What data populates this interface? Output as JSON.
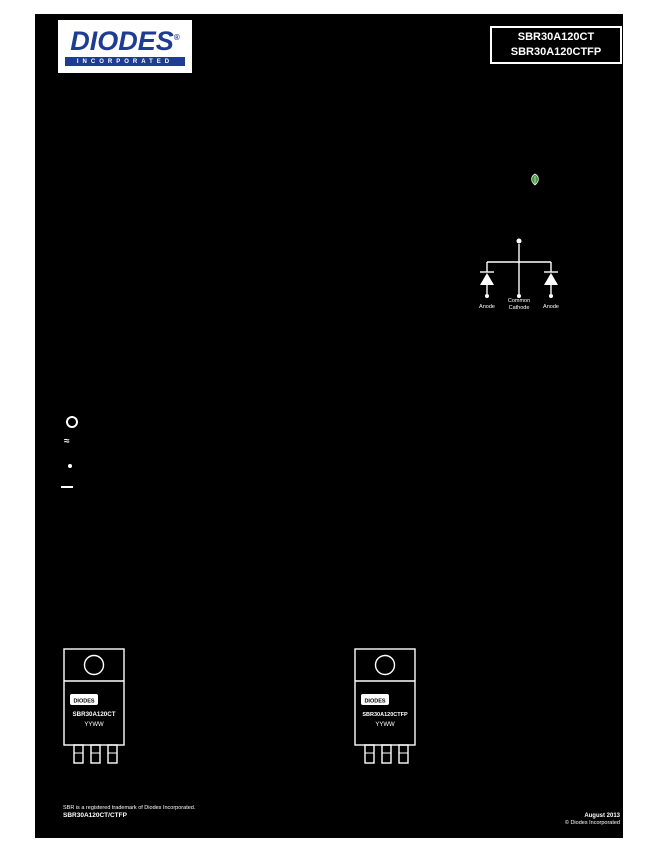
{
  "colors": {
    "sheet_bg": "#000000",
    "page_bg": "#ffffff",
    "brand_blue": "#1d3c92",
    "text_white": "#ffffff",
    "leaf_green": "#3f9c35"
  },
  "brand": {
    "name": "DIODES",
    "registered": "®",
    "subtitle": "INCORPORATED"
  },
  "header_box": {
    "line1": "SBR30A120CT",
    "line2": "SBR30A120CTFP"
  },
  "icons": {
    "leaf": "green-leaf-badge",
    "feature_bullets": [
      "ring",
      "squiggle",
      "dot",
      "dash"
    ]
  },
  "schematic": {
    "label_left": "Anode",
    "label_center_line1": "Common",
    "label_center_line2": "Cathode",
    "label_right": "Anode"
  },
  "marking": {
    "packages": [
      {
        "logo": "DIODES",
        "part": "SBR30A120CT",
        "date_code": "YYWW"
      },
      {
        "logo": "DIODES",
        "part": "SBR30A120CTFP",
        "date_code": "YYWW"
      }
    ]
  },
  "footer": {
    "trademark_note": "SBR is a registered trademark of Diodes Incorporated.",
    "doc_ref": "SBR30A120CT/CTFP",
    "date": "August 2013",
    "copyright": "© Diodes Incorporated"
  }
}
